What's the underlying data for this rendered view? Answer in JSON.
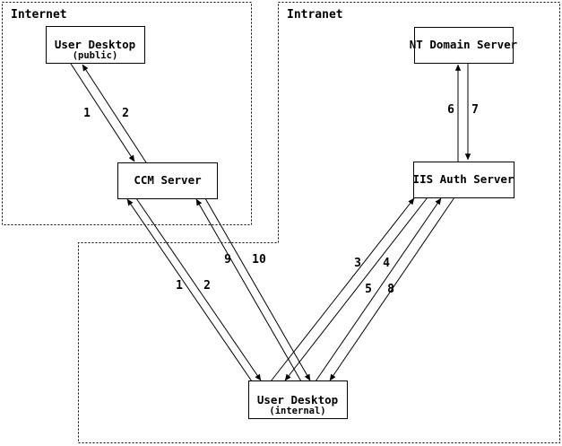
{
  "diagram": {
    "regions": [
      {
        "label": "Internet"
      },
      {
        "label": "Intranet"
      }
    ],
    "nodes": [
      {
        "title": "User Desktop",
        "subtitle": "(public)"
      },
      {
        "title": "CCM Server"
      },
      {
        "title": "NT Domain Server"
      },
      {
        "title": "IIS Auth Server"
      },
      {
        "title": "User Desktop",
        "subtitle": "(internal)"
      }
    ],
    "edges": [
      {
        "step": "1",
        "from": "User Desktop (public)",
        "to": "CCM Server"
      },
      {
        "step": "2",
        "from": "CCM Server",
        "to": "User Desktop (public)"
      },
      {
        "step": "1",
        "from": "User Desktop (internal)",
        "to": "CCM Server"
      },
      {
        "step": "2",
        "from": "CCM Server",
        "to": "User Desktop (internal)"
      },
      {
        "step": "3",
        "from": "User Desktop (internal)",
        "to": "IIS Auth Server"
      },
      {
        "step": "4",
        "from": "IIS Auth Server",
        "to": "User Desktop (internal)"
      },
      {
        "step": "5",
        "from": "User Desktop (internal)",
        "to": "IIS Auth Server"
      },
      {
        "step": "6",
        "from": "IIS Auth Server",
        "to": "NT Domain Server"
      },
      {
        "step": "7",
        "from": "NT Domain Server",
        "to": "IIS Auth Server"
      },
      {
        "step": "8",
        "from": "IIS Auth Server",
        "to": "User Desktop (internal)"
      },
      {
        "step": "9",
        "from": "User Desktop (internal)",
        "to": "CCM Server"
      },
      {
        "step": "10",
        "from": "CCM Server",
        "to": "User Desktop (internal)"
      }
    ],
    "colors": {
      "line": "#000000",
      "background": "#ffffff"
    }
  }
}
